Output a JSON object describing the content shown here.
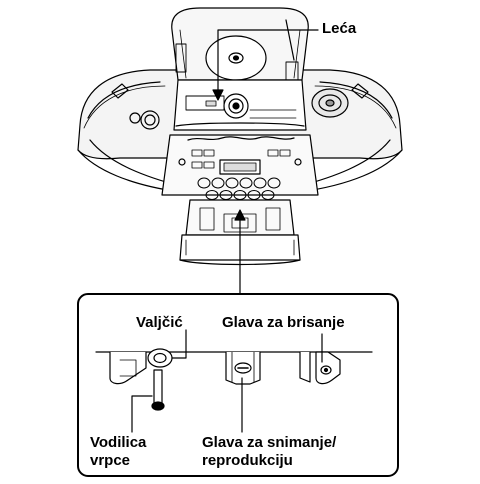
{
  "labels": {
    "lens": "Leća",
    "pinch_roller": "Valjčić",
    "erase_head": "Glava za brisanje",
    "capstan_line1": "Vodilica",
    "capstan_line2": "vrpce",
    "rec_head_line1": "Glava za snimanje/",
    "rec_head_line2": "reprodukciju"
  }
}
